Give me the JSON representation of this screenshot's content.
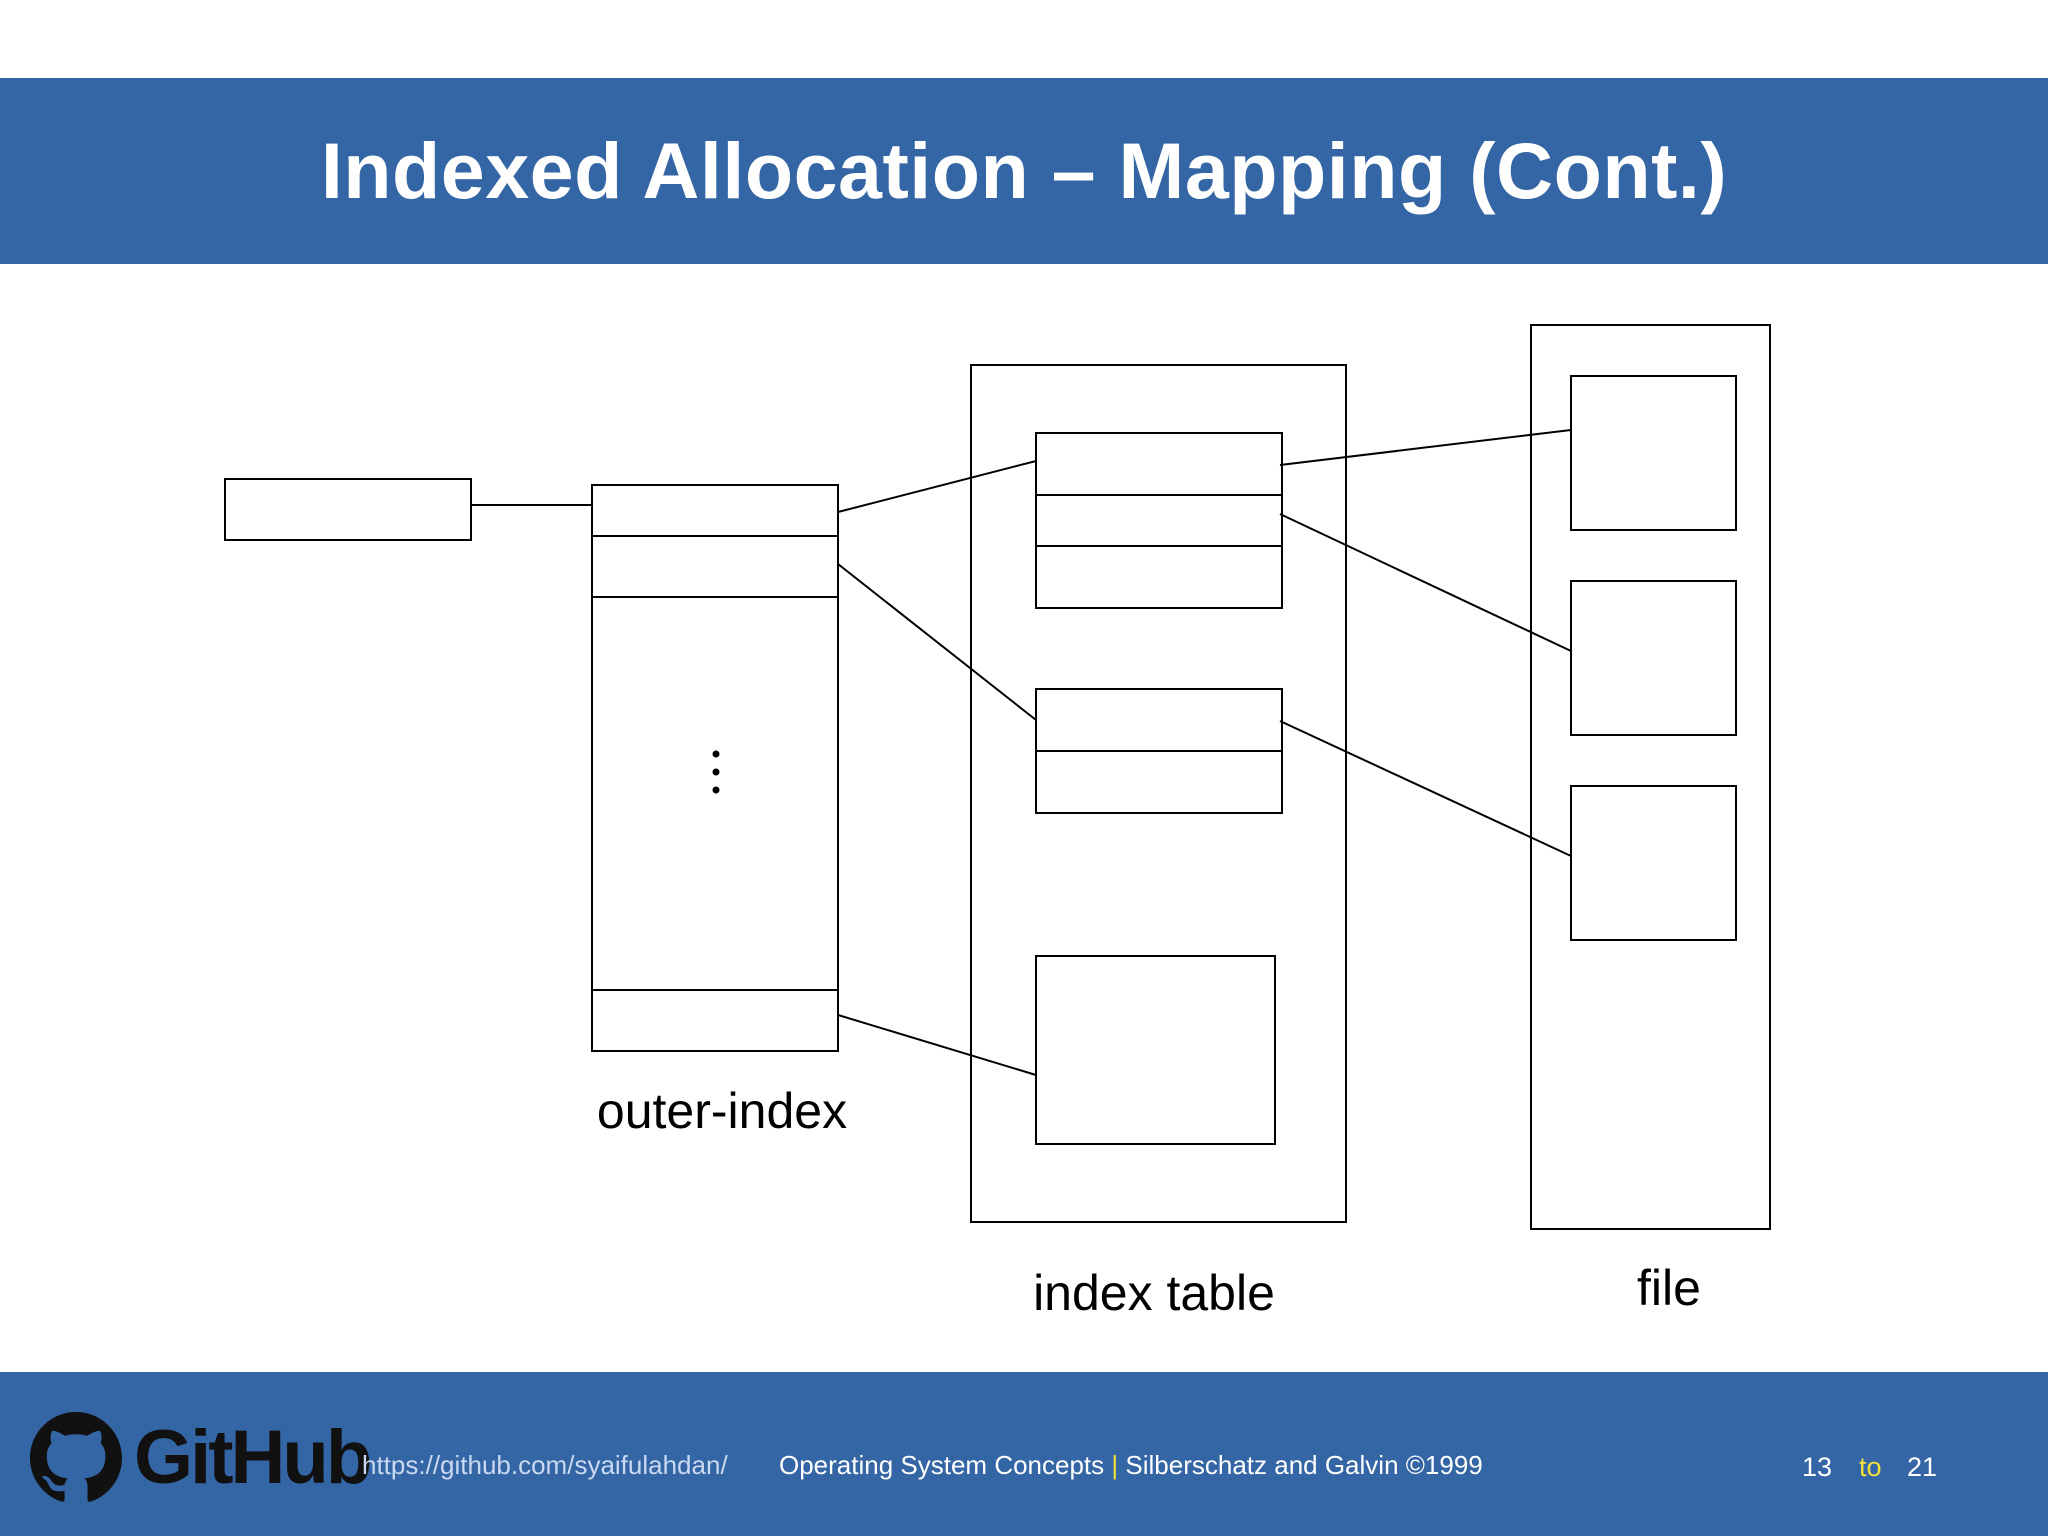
{
  "slide": {
    "title": "Indexed Allocation – Mapping (Cont.)"
  },
  "diagram": {
    "labels": {
      "outer_index": "outer-index",
      "index_table": "index table",
      "file": "file"
    }
  },
  "footer": {
    "logo_text": "GitHub",
    "url": "https://github.com/syaifulahdan/",
    "book": "Operating System Concepts",
    "separator": "|",
    "authors": "Silberschatz and Galvin ©1999",
    "page_current": "13",
    "page_to": "to",
    "page_total": "21"
  },
  "colors": {
    "header_bg": "#3465a4",
    "footer_bg": "#3465a4",
    "accent_yellow": "#f3e03a"
  }
}
